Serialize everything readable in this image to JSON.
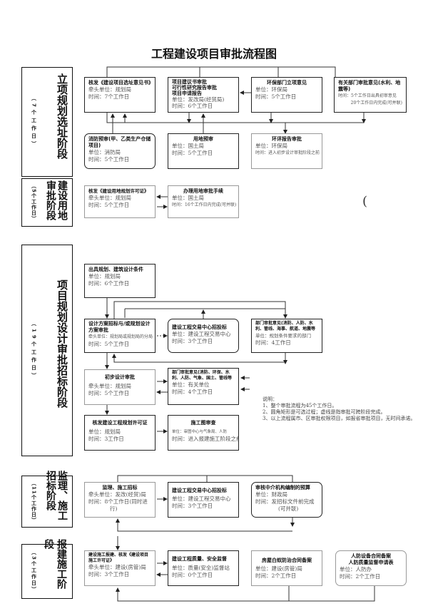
{
  "title": "工程建设项目审批流程图",
  "stages": [
    {
      "name": "立项规划选址阶段",
      "duration": "（7个工作日）",
      "boxes": [
        {
          "title": "核发《建设项目选址意见书》",
          "lines": [
            "牵头单位：规划局",
            "时间：7个工作日"
          ]
        },
        {
          "title": "项目建议书审批\n可行性研究报告审批\n项目申请报告",
          "lines": [
            "单位：发改局(经贸局)",
            "时间：6个工作日"
          ]
        },
        {
          "title": "环保部门立项意见",
          "lines": [
            "单位：环保局",
            "时间：5个工作日"
          ]
        },
        {
          "title": "有关部门审批意见(水利、地震等)",
          "lines": [
            "时间：5个工作日出具初审意见",
            "20个工作日内完成(可并联)"
          ]
        },
        {
          "title": "消防预审(甲、乙类生产仓储项目)",
          "lines": [
            "单位：消防局",
            "时间：5个工作日"
          ]
        },
        {
          "title": "用地预审",
          "lines": [
            "单位：国土局",
            "时间：5个工作日"
          ]
        },
        {
          "title": "环评报告审批",
          "lines": [
            "单位：环保局",
            "时间：进入初步设计审批阶段之前"
          ]
        }
      ]
    },
    {
      "name": "建设用地审批阶段",
      "duration": "（5个工作日）",
      "boxes": [
        {
          "title": "核发《建设用地规划许可证》",
          "lines": [
            "牵头单位：规划局",
            "时间：5个工作日"
          ]
        },
        {
          "title": "办理用地审批手续",
          "lines": [
            "单位：国土局",
            "时间：16个工作日内完成(可并联)"
          ]
        }
      ]
    },
    {
      "name": "项目规划设计审批招标阶段",
      "duration": "（19个工作日）",
      "boxes": [
        {
          "title": "出具规划、建筑设计条件",
          "lines": [
            "单位：规划局",
            "时间：6个工作日"
          ]
        },
        {
          "title": "设计方案招标与/或规划设计方案审批",
          "lines": [
            "牵头单位：规划局或规划局的分局",
            "时间：5个工作日"
          ]
        },
        {
          "title": "建设工程交易中心招投标",
          "lines": [
            "单位：建设工程交易中心",
            "时间：3个工作日"
          ]
        },
        {
          "title": "部门审批意见(消防、人防、水利、管线、海事、航道、地震等",
          "lines": [
            "单位：规划条件要求的部门",
            "时间：4工作日"
          ]
        },
        {
          "title": "初步设计审批",
          "lines": [
            "牵头单位：规划局",
            "时间：5个工作日"
          ]
        },
        {
          "title": "部门审批意见(消防、环保、水利、人防、气象、国土、管线等",
          "lines": [
            "单位：有关单位",
            "时间：4个工作日"
          ]
        },
        {
          "title": "核发建设工程规划许可证",
          "lines": [
            "单位：规划局",
            "时间：3工作日"
          ]
        },
        {
          "title": "施工图审查",
          "lines": [
            "单位：审图中心与气象局、人防",
            "时间：进入报建施工阶段之前"
          ]
        }
      ]
    },
    {
      "name": "监理、施工招标阶段",
      "duration": "（11个工作日）",
      "boxes": [
        {
          "title": "监理、施工招标",
          "lines": [
            "牵头单位：发改(经贸)局",
            "时间：8个工作日(同时进",
            "行)"
          ]
        },
        {
          "title": "建设工程交易中心招投标",
          "lines": [
            "单位：建设工程交易中心",
            "时间：3个工作日"
          ]
        },
        {
          "title": "审核中介机构编制的预算",
          "lines": [
            "单位：财政局",
            "时间：发招标文件前完成",
            "(可并联)"
          ]
        }
      ]
    },
    {
      "name": "报建施工阶段",
      "duration": "（3个工作日）",
      "boxes": [
        {
          "title": "建设施工报建、核发《建设项目施工许可证》",
          "lines": [
            "牵头单位：建设(房管)局",
            "时间：3个工作日"
          ]
        },
        {
          "title": "建设工程质量、安全监督",
          "lines": [
            "单位：质量(安全)监督站",
            "时间：0个工作日"
          ]
        },
        {
          "title": "房屋白蚁防治合同备案",
          "lines": [
            "单位：建设(房管)局",
            "时间：2个工作日"
          ]
        },
        {
          "title": "人防设备合同备案\n人防质量监督申请表",
          "lines": [
            "单位：人防办",
            "时间：2个工作日"
          ]
        }
      ]
    }
  ],
  "notes": {
    "heading": "说明：",
    "items": [
      "1、整个审批流程为45个工作日。",
      "2、圆角矩形是可选过程；虚线是指审批可跨阶段完成。",
      "3、以上流程属市、区审批权限项目，如报省审批项目，无时间承诺。"
    ]
  },
  "stray_mark": "("
}
